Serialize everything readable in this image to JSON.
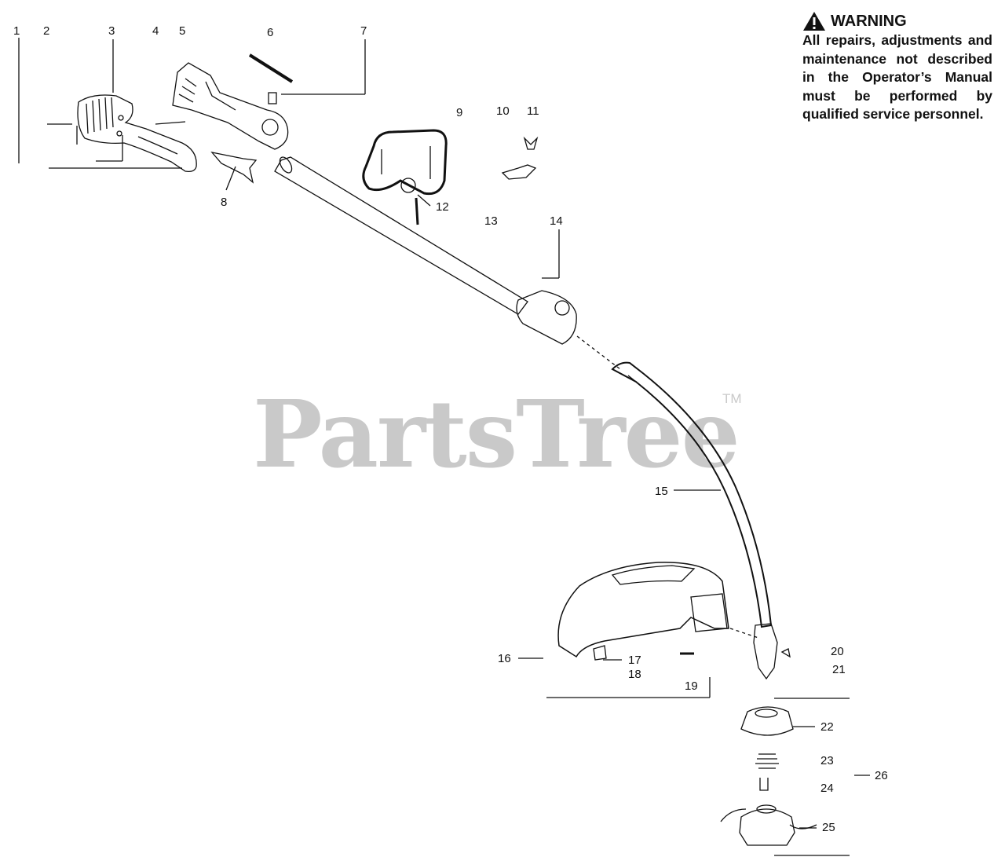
{
  "warning": {
    "title": "WARNING",
    "body": "All repairs, adjustments and maintenance not described in the Operator’s Manual must be performed by qualified service personnel."
  },
  "watermark": {
    "brand": "PartsTree",
    "tm": "TM"
  },
  "callouts": [
    "1",
    "2",
    "3",
    "4",
    "5",
    "6",
    "7",
    "8",
    "9",
    "10",
    "11",
    "12",
    "13",
    "14",
    "15",
    "16",
    "17",
    "18",
    "19",
    "20",
    "21",
    "22",
    "23",
    "24",
    "25",
    "26"
  ]
}
